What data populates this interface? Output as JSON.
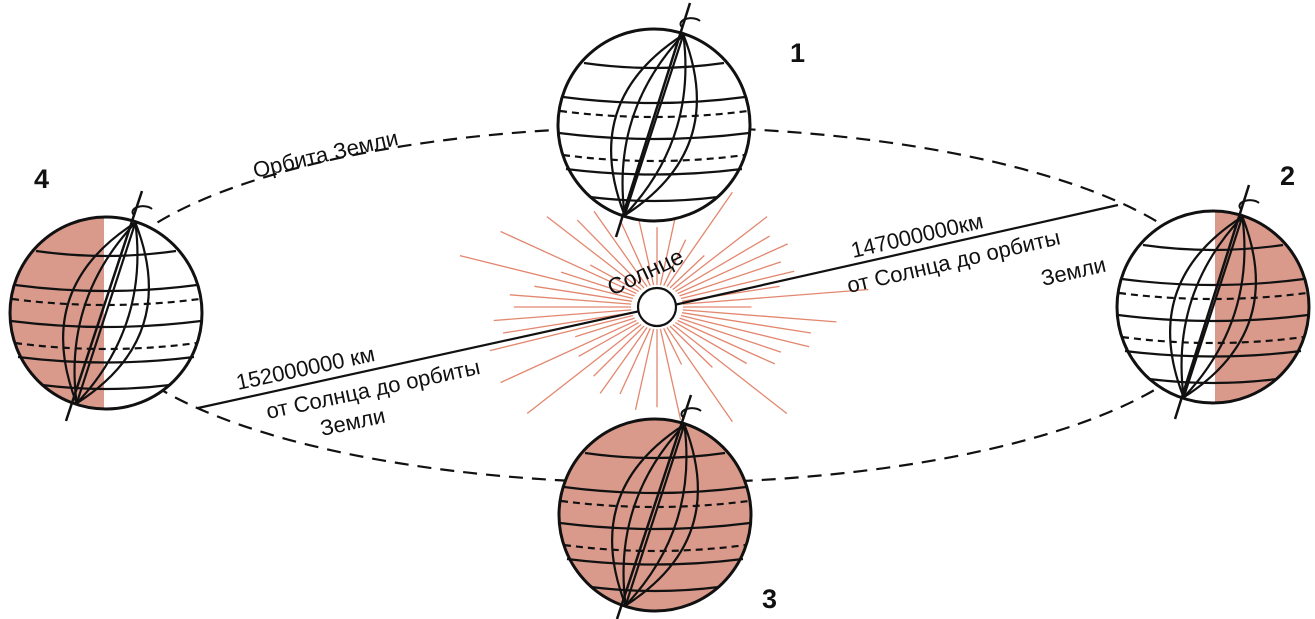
{
  "diagram": {
    "orbit_label": "Орбита Земли",
    "sun_label": "Солнце",
    "far_distance": "152000000 км",
    "far_line2": "от Солнца до орбиты",
    "far_line3": "Земли",
    "near_distance": "147000000км",
    "near_line2": "от Солнца до орбиты",
    "near_line3": "Земли",
    "positions": [
      "1",
      "2",
      "3",
      "4"
    ]
  },
  "colors": {
    "shade": "#d99a8c",
    "sun_rays": "#e3876f",
    "ink": "#111111"
  },
  "icons": [
    "rotation-arrow-icon",
    "sun-icon",
    "globe-icon"
  ]
}
